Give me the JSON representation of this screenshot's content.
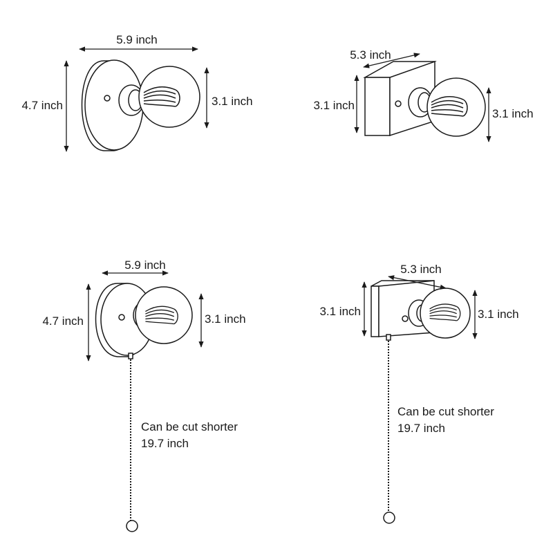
{
  "variants": {
    "round": {
      "width": "5.9 inch",
      "height": "4.7 inch",
      "bulb": "3.1 inch"
    },
    "rect": {
      "width": "5.3 inch",
      "height": "3.1 inch",
      "bulb": "3.1 inch"
    },
    "round_pull": {
      "width": "5.9 inch",
      "height": "4.7 inch",
      "bulb": "3.1 inch",
      "note_line1": "Can be cut shorter",
      "note_line2": "19.7 inch"
    },
    "rect_pull": {
      "width": "5.3 inch",
      "height": "3.1 inch",
      "bulb": "3.1 inch",
      "note_line1": "Can be cut shorter",
      "note_line2": "19.7 inch"
    }
  },
  "colors": {
    "ink": "#1a1a1a",
    "background": "#ffffff"
  }
}
